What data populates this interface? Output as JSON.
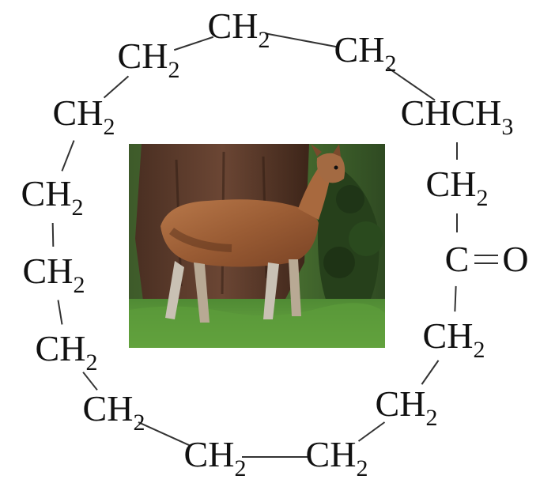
{
  "molecule": {
    "groups": [
      {
        "main": "CH",
        "sub": "2",
        "post": ""
      },
      {
        "main": "CH",
        "sub": "2",
        "post": ""
      },
      {
        "main": "CHCH",
        "sub": "3",
        "post": ""
      },
      {
        "main": "CH",
        "sub": "2",
        "post": ""
      },
      {
        "main": "C",
        "sub": "",
        "post": ""
      },
      {
        "main": "CH",
        "sub": "2",
        "post": ""
      },
      {
        "main": "CH",
        "sub": "2",
        "post": ""
      },
      {
        "main": "CH",
        "sub": "2",
        "post": ""
      },
      {
        "main": "CH",
        "sub": "2",
        "post": ""
      },
      {
        "main": "CH",
        "sub": "2",
        "post": ""
      },
      {
        "main": "CH",
        "sub": "2",
        "post": ""
      },
      {
        "main": "CH",
        "sub": "2",
        "post": ""
      },
      {
        "main": "CH",
        "sub": "2",
        "post": ""
      },
      {
        "main": "CH",
        "sub": "2",
        "post": ""
      },
      {
        "main": "CH",
        "sub": "2",
        "post": ""
      }
    ],
    "oxygen": "O"
  },
  "colors": {
    "ink": "#111111",
    "bond": "#333333"
  }
}
